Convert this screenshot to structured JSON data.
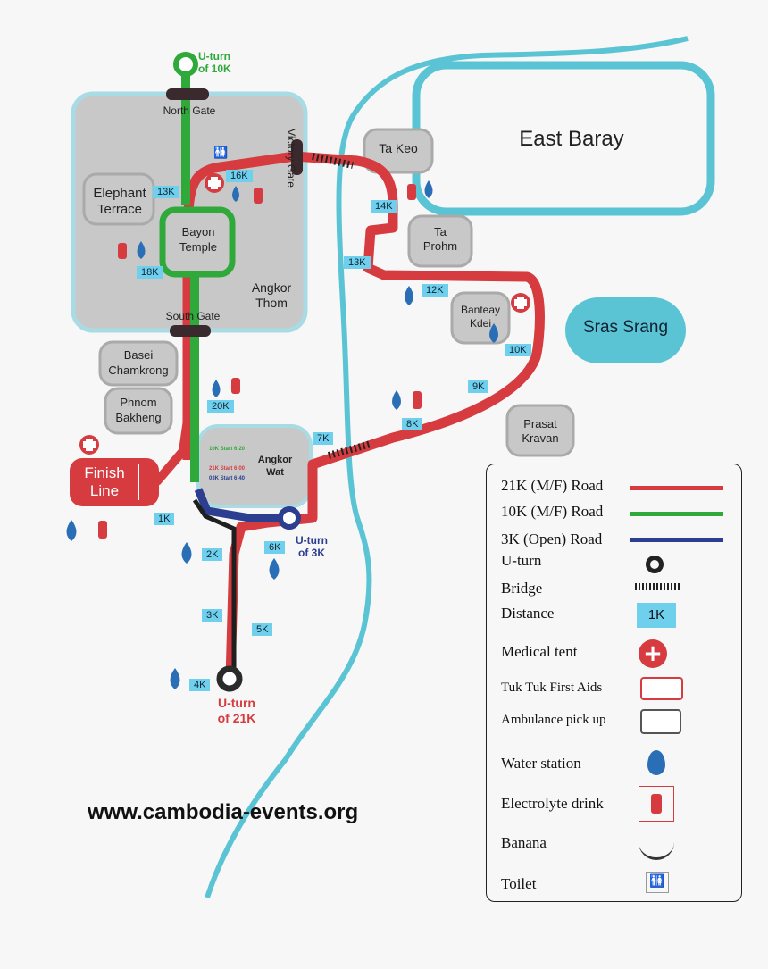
{
  "places": {
    "east_baray": "East Baray",
    "sras_srang": "Sras Srang",
    "angkor_thom": "Angkor\nThom",
    "elephant_terrace": "Elephant\nTerrace",
    "bayon_temple": "Bayon\nTemple",
    "ta_keo": "Ta Keo",
    "ta_prohm": "Ta\nProhm",
    "banteay_kdei": "Banteay\nKdei",
    "prasat_kravan": "Prasat\nKravan",
    "basei_chamkrong": "Basei\nChamkrong",
    "phnom_bakheng": "Phnom\nBakheng",
    "angkor_wat": "Angkor\nWat",
    "north_gate": "North Gate",
    "south_gate": "South Gate",
    "victory_gate": "Victory Gate"
  },
  "markers": {
    "uturn_10k": "U-turn\nof 10K",
    "uturn_3k": "U-turn\nof 3K",
    "uturn_21k": "U-turn\nof 21K",
    "finish": "Finish\nLine",
    "start_10k": "10K Start 6:20",
    "start_21k": "21K Start 6:00",
    "start_3k": "03K Start 6:40"
  },
  "distances": [
    "1K",
    "2K",
    "3K",
    "4K",
    "5K",
    "6K",
    "7K",
    "8K",
    "9K",
    "10K",
    "12K",
    "13K",
    "14K",
    "16K",
    "13K",
    "18K",
    "20K"
  ],
  "legend": {
    "road_21k": "21K (M/F) Road",
    "road_10k": "10K (M/F) Road",
    "road_3k": "3K (Open) Road",
    "uturn": "U-turn",
    "bridge": "Bridge",
    "distance": "Distance",
    "distance_sample": "1K",
    "medical": "Medical tent",
    "tuktuk": "Tuk Tuk First Aids",
    "ambulance": "Ambulance pick up",
    "water": "Water station",
    "electrolyte": "Electrolyte drink",
    "banana": "Banana",
    "toilet": "Toilet"
  },
  "colors": {
    "road_21k": "#d63b40",
    "road_10k": "#2fa93a",
    "road_3k": "#2c3e8f",
    "river": "#5bc4d4",
    "distance_box": "#6fd0ee",
    "area": "#c8c8c8"
  },
  "website": "www.cambodia-events.org"
}
